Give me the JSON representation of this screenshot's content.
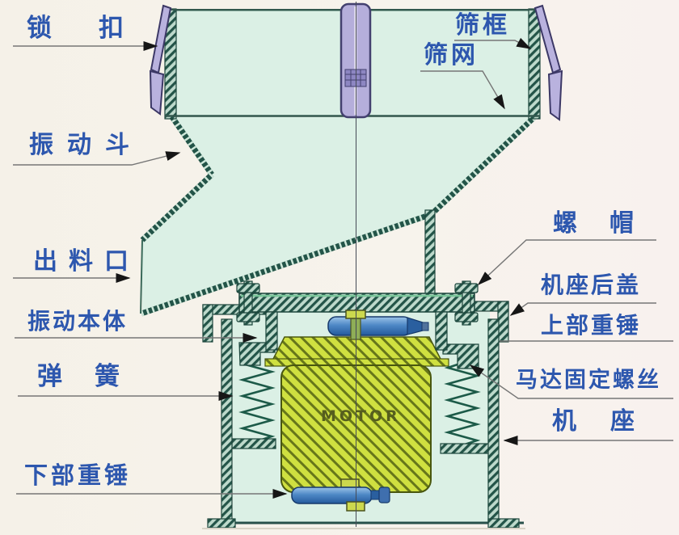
{
  "diagram": {
    "labels": {
      "lock": "锁扣",
      "sieve_frame": "筛框",
      "sieve_mesh": "筛网",
      "vibration_hopper": "振动斗",
      "discharge_outlet": "出料口",
      "vibration_body": "振动本体",
      "spring": "弹簧",
      "lower_weight": "下部重锤",
      "nut": "螺帽",
      "base_rear_cover": "机座后盖",
      "upper_weight": "上部重锤",
      "motor_fixing_screw": "马达固定螺丝",
      "base": "机座",
      "motor": "MOTOR"
    },
    "colors": {
      "label_text": "#2d57ae",
      "leader_line": "#767676",
      "interior_mint": "#dbf0e5",
      "wall_hatch_dark": "#235448",
      "motor_yellow": "#cfe040",
      "weight_blue": "#4e88c6",
      "column_lavender": "#b5aedb",
      "background": "#f6f2ea"
    }
  }
}
